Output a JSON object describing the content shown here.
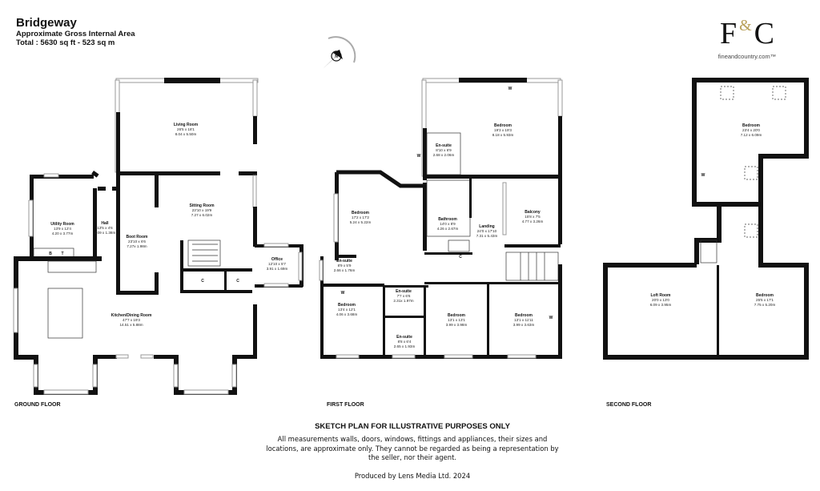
{
  "header": {
    "title": "Bridgeway",
    "subtitle": "Approximate Gross Internal Area",
    "total": "Total : 5630 sq ft - 523 sq m"
  },
  "logo": {
    "text": "F&C",
    "url": "fineandcountry.com™",
    "accent_color": "#b8a15a"
  },
  "compass": {
    "icon": "compass-north-icon",
    "label": "N"
  },
  "floors": {
    "ground": {
      "label": "GROUND FLOOR",
      "rooms": [
        {
          "name": "Living Room",
          "imperial": "26'5 x 18'1",
          "metric": "8.04 x 5.50m"
        },
        {
          "name": "Sitting Room",
          "imperial": "23'10 x 19'9",
          "metric": "7.27 x 6.02m"
        },
        {
          "name": "Boot Room",
          "imperial": "23'10 x 6'6",
          "metric": "7.27x 1.98m"
        },
        {
          "name": "Utility Room",
          "imperial": "13'9 x 12'4",
          "metric": "4.20 x 3.77m"
        },
        {
          "name": "Hall",
          "imperial": "13'5 x 4'6",
          "metric": "4.09 x 1.38m"
        },
        {
          "name": "Office",
          "imperial": "12'10 x 5'7",
          "metric": "3.91 x 1.69m"
        },
        {
          "name": "Kitchen/Dining Room",
          "imperial": "47'7 x 19'3",
          "metric": "14.51 x 5.88m"
        }
      ],
      "marks": [
        "C",
        "C",
        "B",
        "T"
      ]
    },
    "first": {
      "label": "FIRST FLOOR",
      "rooms": [
        {
          "name": "Bedroom",
          "imperial": "19'3 x 19'3",
          "metric": "8.18 x 5.93m"
        },
        {
          "name": "En-suite",
          "imperial": "8'10 x 6'9",
          "metric": "2.68 x 2.06m"
        },
        {
          "name": "Bedroom",
          "imperial": "17'2 x 17'2",
          "metric": "5.24 x 5.22m"
        },
        {
          "name": "Bathroom",
          "imperial": "14'0 x 8'9",
          "metric": "4.26 x 2.67m"
        },
        {
          "name": "Landing",
          "imperial": "24'0 x 17'10",
          "metric": "7.31 x 5.43m"
        },
        {
          "name": "Balcony",
          "imperial": "15'8 x 7'5",
          "metric": "4.77 x 3.26m"
        },
        {
          "name": "En-suite",
          "imperial": "8'9 x 5'9",
          "metric": "2.66 x 1.76m"
        },
        {
          "name": "Bedroom",
          "imperial": "13'4 x 12'1",
          "metric": "4.06 x 3.68m"
        },
        {
          "name": "En-suite",
          "imperial": "7'7 x 6'6",
          "metric": "2.31x 1.97m"
        },
        {
          "name": "En-suite",
          "imperial": "8'8 x 6'4",
          "metric": "2.65 x 1.93m"
        },
        {
          "name": "Bedroom",
          "imperial": "13'1 x 13'1",
          "metric": "3.99 x 3.98m"
        },
        {
          "name": "Bedroom",
          "imperial": "13'1 x 11'11",
          "metric": "3.99 x 3.63m"
        }
      ],
      "marks": [
        "W",
        "W",
        "W",
        "C",
        "W"
      ]
    },
    "second": {
      "label": "SECOND FLOOR",
      "rooms": [
        {
          "name": "Bedroom",
          "imperial": "23'4 x 20'0",
          "metric": "7.12 x 6.09m"
        },
        {
          "name": "Loft Room",
          "imperial": "20'0 x 13'0",
          "metric": "6.09 x 3.95m"
        },
        {
          "name": "Bedroom",
          "imperial": "25'5 x 17'1",
          "metric": "7.75 x 5.20m"
        }
      ],
      "marks": [
        "W"
      ]
    }
  },
  "footer": {
    "heading": "SKETCH PLAN FOR ILLUSTRATIVE PURPOSES ONLY",
    "disclaimer": "All measurements walls, doors, windows, fittings and appliances, their sizes and locations, are approximate only. They cannot be regarded as being a representation by the seller, nor their agent.",
    "produced_by": "Produced by Lens Media Ltd. 2024"
  }
}
